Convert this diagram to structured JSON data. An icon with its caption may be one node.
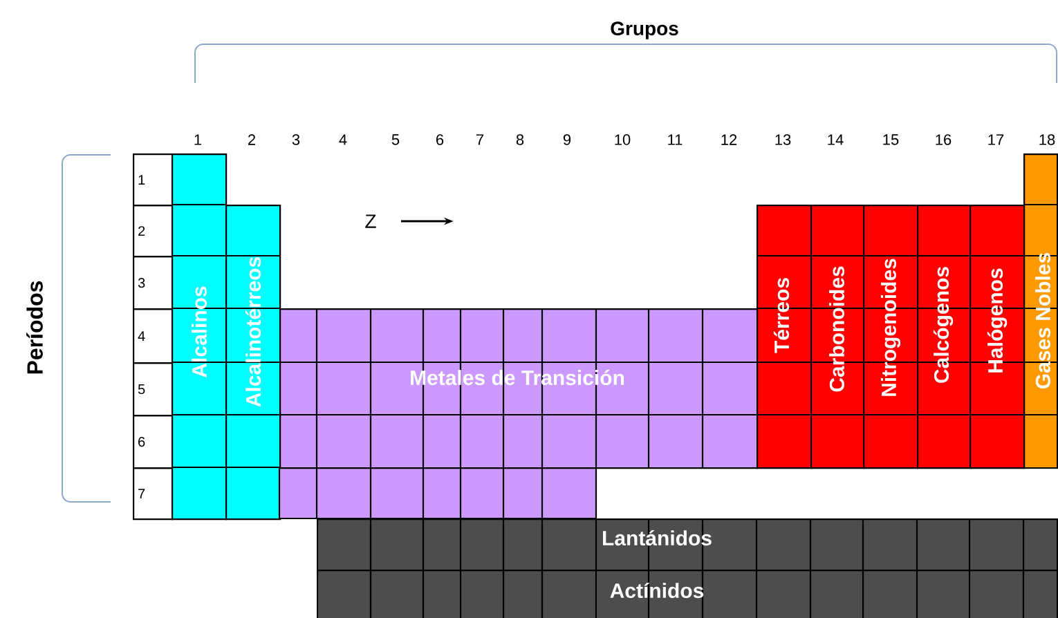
{
  "diagram": {
    "nodes": [
      {
        "text": [
          "Alcalinos"
        ]
      },
      {
        "text": [
          "Alcalinotérreos"
        ]
      },
      {
        "text": [
          "Metales de Transición"
        ]
      },
      {
        "text": [
          "Térreos"
        ]
      },
      {
        "text": [
          "Carbonoides"
        ]
      },
      {
        "text": [
          "Nitrogenoides"
        ]
      },
      {
        "text": [
          "Calcógenos"
        ]
      },
      {
        "text": [
          "Halógenos"
        ]
      },
      {
        "text": [
          "Gases Nobles"
        ]
      },
      {
        "text": [
          "Lantánidos"
        ]
      },
      {
        "text": [
          "Actínidos"
        ]
      }
    ],
    "labels": [
      "Grupos",
      "1",
      "2",
      "3",
      "4",
      "5",
      "6",
      "7",
      "8",
      "9",
      "10",
      "11",
      "12",
      "13",
      "14",
      "15",
      "16",
      "17",
      "18",
      "Períodos",
      "1",
      "2",
      "3",
      "4",
      "5",
      "6",
      "7",
      "Z"
    ]
  }
}
